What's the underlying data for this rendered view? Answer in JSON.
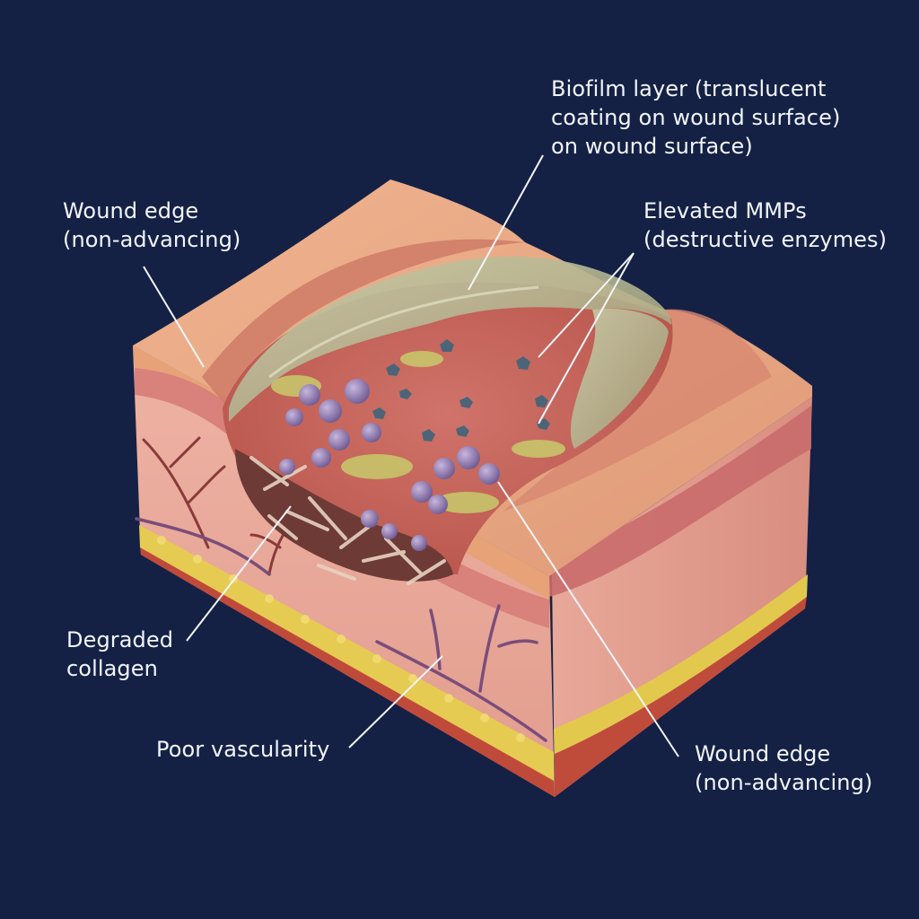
{
  "labels": {
    "biofilm": {
      "lines": [
        "Biofilm layer (translucent",
        "coating on wound surface)",
        "on wound surface)"
      ]
    },
    "wound_edge_left": {
      "lines": [
        "Wound edge",
        "(non-advancing)"
      ]
    },
    "mmps": {
      "lines": [
        "Elevated MMPs",
        "(destructive enzymes)"
      ]
    },
    "collagen": {
      "lines": [
        "Degraded",
        "collagen"
      ]
    },
    "vascularity": {
      "lines": [
        "Poor vascularity"
      ]
    },
    "wound_edge_right": {
      "lines": [
        "Wound edge",
        "(non-advancing)"
      ]
    }
  },
  "colors": {
    "background": "#142145",
    "label_text": "#f3f5fa",
    "leader_line": "#f3f5fa",
    "epidermis": "#e8a47e",
    "dermis": "#e9a89a",
    "deep_dermis": "#d98a7f",
    "fat_layer": "#e4c94f",
    "muscle_layer": "#c2503f",
    "wound_bed": "#c9675b",
    "biofilm": "#b4b591",
    "slough": "#c8c46a",
    "cells": "#8a73a8",
    "enzymes": "#4c6478",
    "vessels": "#8a3a3a"
  }
}
